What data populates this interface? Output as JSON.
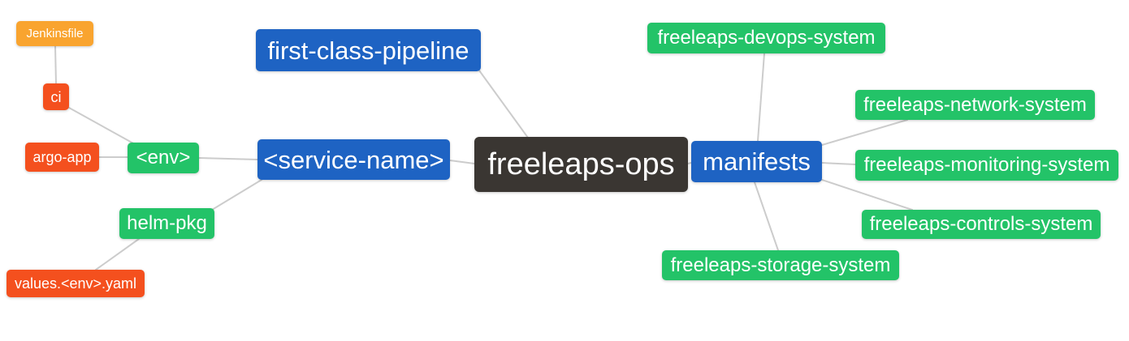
{
  "diagram": {
    "type": "mindmap",
    "background_color": "#ffffff",
    "edge_color": "#cccccc",
    "palette": {
      "root": "#3A3632",
      "level2": "#1E63C3",
      "level3": "#23C368",
      "level4": "#F4501E",
      "level5": "#F9A42F"
    },
    "nodes": [
      {
        "id": "jenkinsfile",
        "label": "Jenkinsfile",
        "level": 5,
        "color": "#F9A42F"
      },
      {
        "id": "ci",
        "label": "ci",
        "level": 4,
        "color": "#F4501E"
      },
      {
        "id": "argo-app",
        "label": "argo-app",
        "level": 4,
        "color": "#F4501E"
      },
      {
        "id": "env",
        "label": "<env>",
        "level": 3,
        "color": "#23C368"
      },
      {
        "id": "helm-pkg",
        "label": "helm-pkg",
        "level": 3,
        "color": "#23C368"
      },
      {
        "id": "values-env-yaml",
        "label": "values.<env>.yaml",
        "level": 4,
        "color": "#F4501E"
      },
      {
        "id": "first-class-pipeline",
        "label": "first-class-pipeline",
        "level": 2,
        "color": "#1E63C3"
      },
      {
        "id": "service-name",
        "label": "<service-name>",
        "level": 2,
        "color": "#1E63C3"
      },
      {
        "id": "freeleaps-ops",
        "label": "freeleaps-ops",
        "level": 1,
        "color": "#3A3632"
      },
      {
        "id": "manifests",
        "label": "manifests",
        "level": 2,
        "color": "#1E63C3"
      },
      {
        "id": "devops-system",
        "label": "freeleaps-devops-system",
        "level": 3,
        "color": "#23C368"
      },
      {
        "id": "network-system",
        "label": "freeleaps-network-system",
        "level": 3,
        "color": "#23C368"
      },
      {
        "id": "monitoring-system",
        "label": "freeleaps-monitoring-system",
        "level": 3,
        "color": "#23C368"
      },
      {
        "id": "controls-system",
        "label": "freeleaps-controls-system",
        "level": 3,
        "color": "#23C368"
      },
      {
        "id": "storage-system",
        "label": "freeleaps-storage-system",
        "level": 3,
        "color": "#23C368"
      }
    ],
    "edges": [
      {
        "from": "ci",
        "to": "jenkinsfile"
      },
      {
        "from": "env",
        "to": "ci"
      },
      {
        "from": "env",
        "to": "argo-app"
      },
      {
        "from": "service-name",
        "to": "env"
      },
      {
        "from": "service-name",
        "to": "helm-pkg"
      },
      {
        "from": "helm-pkg",
        "to": "values-env-yaml"
      },
      {
        "from": "freeleaps-ops",
        "to": "first-class-pipeline"
      },
      {
        "from": "freeleaps-ops",
        "to": "service-name"
      },
      {
        "from": "freeleaps-ops",
        "to": "manifests"
      },
      {
        "from": "manifests",
        "to": "devops-system"
      },
      {
        "from": "manifests",
        "to": "network-system"
      },
      {
        "from": "manifests",
        "to": "monitoring-system"
      },
      {
        "from": "manifests",
        "to": "controls-system"
      },
      {
        "from": "manifests",
        "to": "storage-system"
      }
    ]
  }
}
